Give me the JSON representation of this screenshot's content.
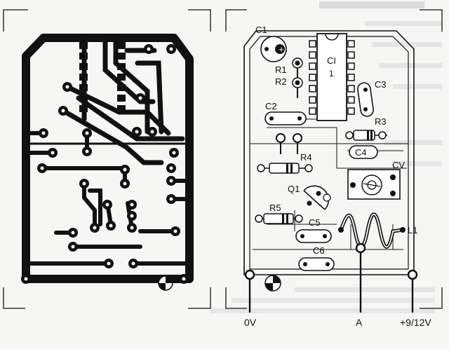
{
  "labels": {
    "c1": "C1",
    "ci": "CI",
    "ci_pin1": "1",
    "r1": "R1",
    "r2": "R2",
    "c3": "C3",
    "c2": "C2",
    "r3": "R3",
    "r4": "R4",
    "c4": "C4",
    "cv": "CV",
    "q1": "Q1",
    "r5": "R5",
    "c5": "C5",
    "l1": "L1",
    "c6": "C6",
    "plus_sign": "+",
    "ov": "0V",
    "a": "A",
    "supply": "+9/12V"
  },
  "colors": {
    "ink": "#111111",
    "paper": "#f6f6f4",
    "faded": "#c9c9c9"
  }
}
